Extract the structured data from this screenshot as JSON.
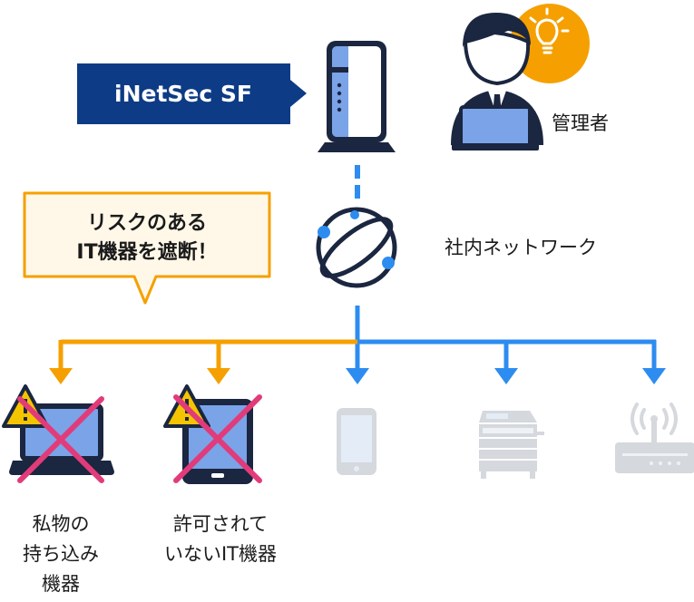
{
  "product": {
    "name": "iNetSec SF"
  },
  "admin": {
    "label": "管理者"
  },
  "network": {
    "label": "社内ネットワーク"
  },
  "callout": {
    "line1": "リスクのある",
    "line2": "IT機器を遮断！"
  },
  "devices": [
    {
      "icon": "laptop-icon",
      "blocked": true,
      "label_lines": [
        "私物の",
        "持ち込み",
        "機器"
      ]
    },
    {
      "icon": "tablet-icon",
      "blocked": true,
      "label_lines": [
        "許可されて",
        "いないIT機器"
      ]
    },
    {
      "icon": "smartphone-icon",
      "blocked": false,
      "label_lines": []
    },
    {
      "icon": "printer-icon",
      "blocked": false,
      "label_lines": []
    },
    {
      "icon": "router-icon",
      "blocked": false,
      "label_lines": []
    }
  ],
  "colors": {
    "brand_navy": "#0d3b85",
    "blue_line": "#2d8cf0",
    "orange": "#f5a000",
    "callout_bg": "#fff8e8",
    "blocked_x": "#e23b7a",
    "warning_yellow": "#f5c400",
    "gray_device": "#d5d8dd"
  }
}
